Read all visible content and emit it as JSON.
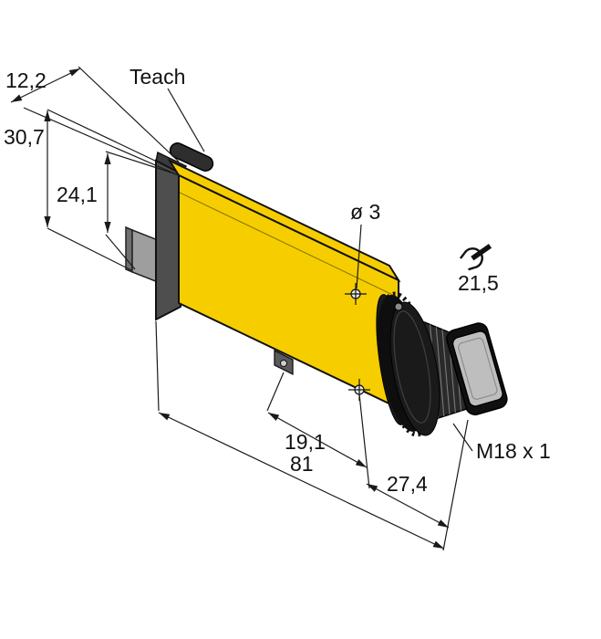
{
  "annotations": {
    "teach": "Teach",
    "dim_width_12_2": "12,2",
    "dim_height_30_7": "30,7",
    "dim_height_24_1": "24,1",
    "dim_hole_dia": "ø 3",
    "dim_wrench_21_5": "21,5",
    "dim_19_1": "19,1",
    "dim_length_81": "81",
    "dim_27_4": "27,4",
    "thread_m18": "M18 x 1"
  },
  "colors": {
    "background": "#FFFFFF",
    "body": "#F6CE00",
    "outline": "#1A1A1A",
    "cap": "#4E4E4E",
    "cap_lip": "#3A3A3A",
    "bracket": "#9E9E9E",
    "bracket_edge": "#6F6F6F",
    "nose": "#101010",
    "thread": "#2A2A2A",
    "lens": "#BEBEBE"
  }
}
